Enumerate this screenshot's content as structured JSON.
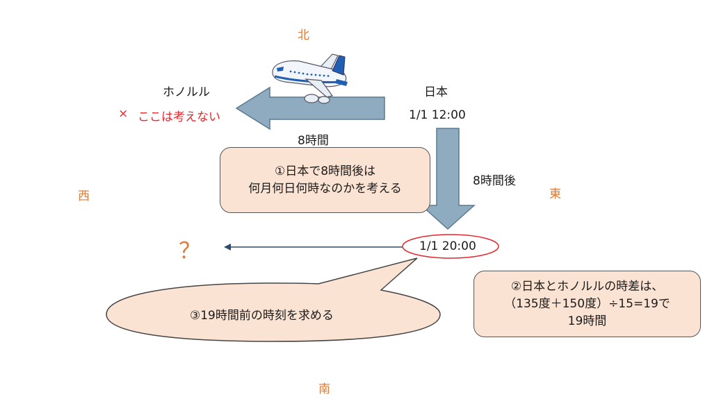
{
  "compass": {
    "north": "北",
    "south": "南",
    "east": "東",
    "west": "西"
  },
  "labels": {
    "honolulu": "ホノルル",
    "ignore_mark": "×",
    "ignore_text": "ここは考えない",
    "japan": "日本",
    "start_time": "1/1 12:00",
    "left_arrow_label": "8時間",
    "down_arrow_label": "8時間後",
    "result_time": "1/1 20:00",
    "question": "？"
  },
  "step1": {
    "lines": [
      "①日本で8時間後は",
      "何月何日何時なのかを考える"
    ]
  },
  "step2": {
    "lines": [
      "②日本とホノルルの時差は、",
      "（135度＋150度）÷15=19で",
      "19時間"
    ]
  },
  "step3": {
    "text": "③19時間前の時刻を求める"
  },
  "colors": {
    "compass": "#e07b39",
    "warning": "#e8262d",
    "arrow_fill": "#8eabbf",
    "arrow_stroke": "#5a7a90",
    "box_fill": "#fbe3d4",
    "line_blue": "#2e4c6d",
    "ellipse_red": "#e8262d"
  },
  "icons": {
    "airplane": "airplane-icon"
  }
}
